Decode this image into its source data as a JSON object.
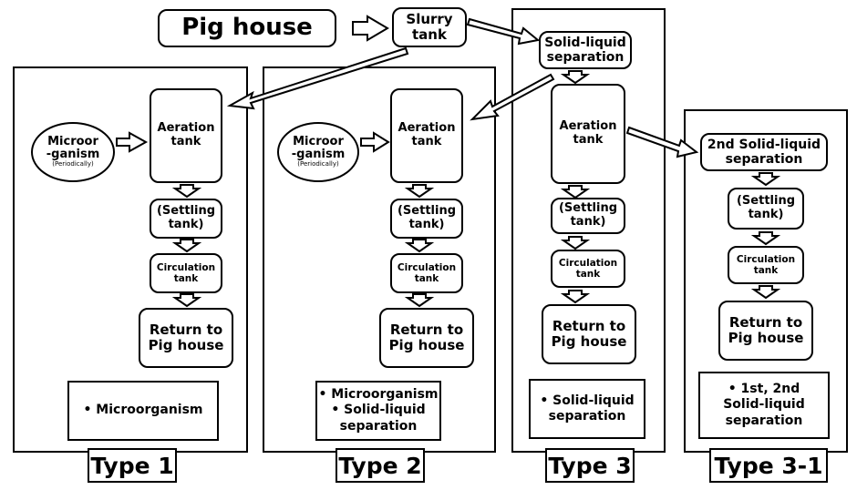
{
  "top": {
    "pig_house": "Pig house",
    "slurry_tank": [
      "Slurry",
      "tank"
    ],
    "solid_liquid_separation": [
      "Solid-liquid",
      "separation"
    ]
  },
  "common": {
    "aeration_tank": [
      "Aeration",
      "tank"
    ],
    "settling_tank": [
      "(Settling",
      "tank)"
    ],
    "circulation_tank": [
      "Circulation",
      "tank"
    ],
    "return_to_pig_house": [
      "Return to",
      "Pig house"
    ],
    "microorganism_ellipse": [
      "Microor",
      "-ganism",
      "(Periodically)"
    ]
  },
  "type3_1": {
    "second_separation": [
      "2nd Solid-liquid",
      "separation"
    ]
  },
  "notes": {
    "type1": "• Microorganism",
    "type2": [
      "• Microorganism",
      "• Solid-liquid",
      "separation"
    ],
    "type3": [
      "• Solid-liquid",
      "separation"
    ],
    "type3_1": [
      "• 1st, 2nd",
      "Solid-liquid",
      "separation"
    ]
  },
  "labels": {
    "type1": "Type 1",
    "type2": "Type 2",
    "type3": "Type 3",
    "type3_1": "Type 3-1"
  }
}
